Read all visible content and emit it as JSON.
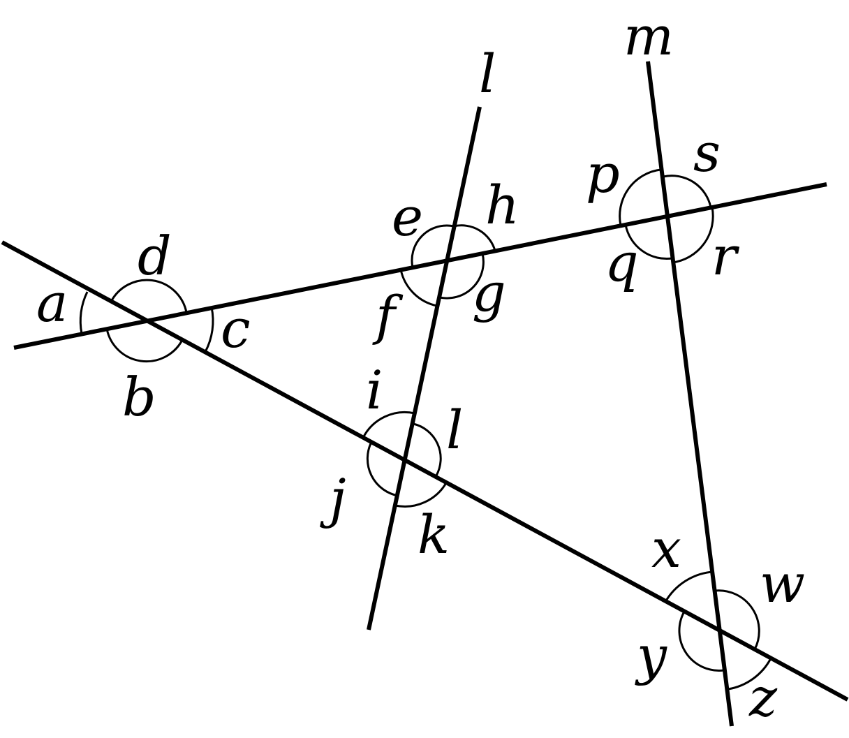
{
  "line_labels": {
    "l": "l",
    "m": "m"
  },
  "angle_labels": {
    "a": "a",
    "b": "b",
    "c": "c",
    "d": "d",
    "e": "e",
    "f": "f",
    "g": "g",
    "h": "h",
    "i": "i",
    "j": "j",
    "k": "k",
    "l": "l",
    "p": "p",
    "q": "q",
    "r": "r",
    "s": "s",
    "w": "w",
    "x": "x",
    "y": "y",
    "z": "z"
  }
}
